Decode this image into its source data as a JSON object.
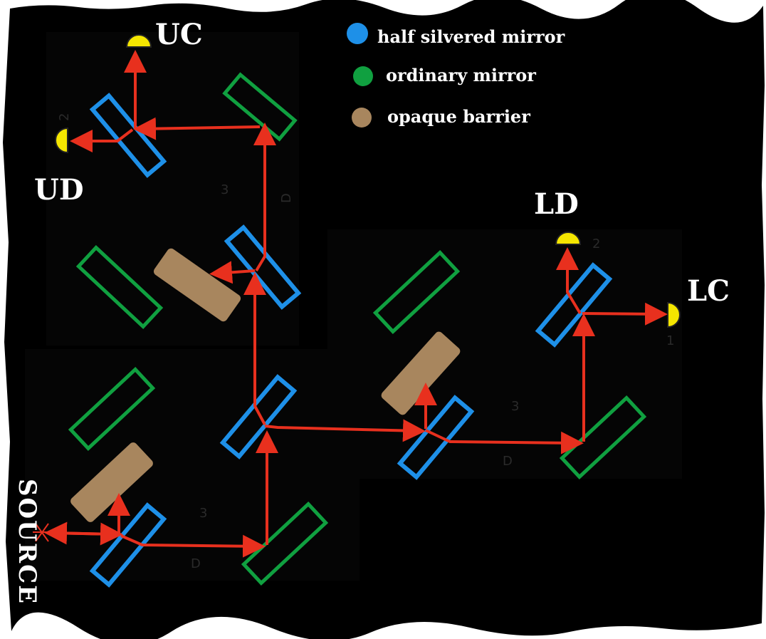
{
  "colors": {
    "background": "#000000",
    "half_silvered_mirror": "#1e90e8",
    "ordinary_mirror": "#10a040",
    "opaque_barrier": "#a8865e",
    "beam": "#e8301e",
    "detector": "#f5e600",
    "label": "#ffffff"
  },
  "legend": {
    "half_silvered_mirror": "half silvered mirror",
    "ordinary_mirror": "ordinary mirror",
    "opaque_barrier": "opaque barrier"
  },
  "labels": {
    "uc": "UC",
    "ud": "UD",
    "ld": "LD",
    "lc": "LC",
    "source": "SOURCE"
  },
  "marks": {
    "d1": "D",
    "d2": "D",
    "d3": "D",
    "n3a": "3",
    "n3b": "3",
    "n3c": "3",
    "n2a": "2",
    "n2b": "2",
    "n1": "1"
  },
  "icons": {
    "detector": "semicircle-detector-icon",
    "source": "source-star-icon"
  }
}
